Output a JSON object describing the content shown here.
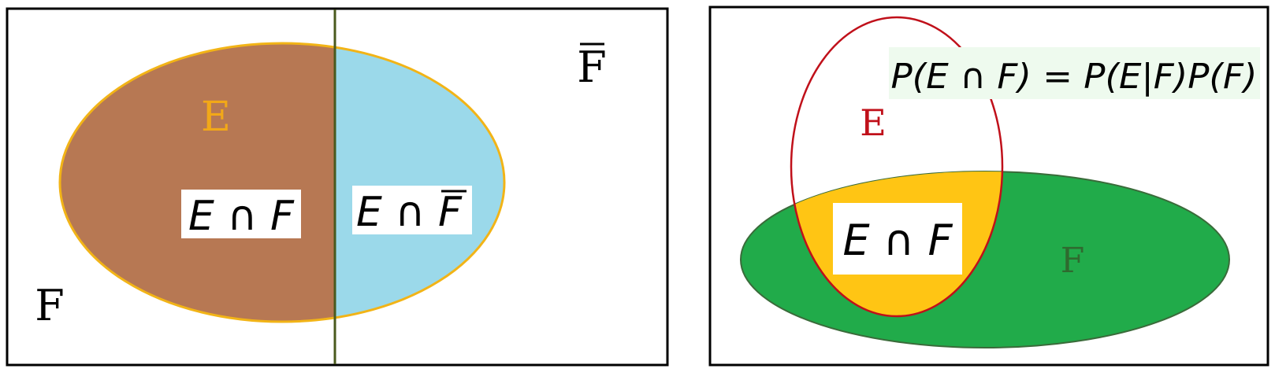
{
  "left_panel": {
    "set_e_label": "E",
    "set_f_label": "F",
    "f_complement_label": "F",
    "intersection_label": "E ∩ F",
    "e_and_not_f_label_prefix": "E ∩ ",
    "e_and_not_f_label_suffix": "F"
  },
  "right_panel": {
    "formula": "P(E ∩ F) = P(E|F)P(F)",
    "set_e_label": "E",
    "set_f_label": "F",
    "intersection_label": "E ∩ F"
  },
  "colors": {
    "e_and_f_fill": "#b77853",
    "e_and_not_f_fill": "#9bd9ea",
    "e_outline": "#f2b417",
    "divider": "#4a5a1e",
    "f_ellipse_fill": "#21ab4a",
    "f_ellipse_outline": "#3a6b3a",
    "e_ellipse_outline": "#c0101a",
    "intersection_fill": "#ffc514",
    "formula_background": "#eefaee",
    "e_label_left": "#f2a818",
    "e_label_right": "#c0101a",
    "f_label_right": "#2f6a2f"
  }
}
